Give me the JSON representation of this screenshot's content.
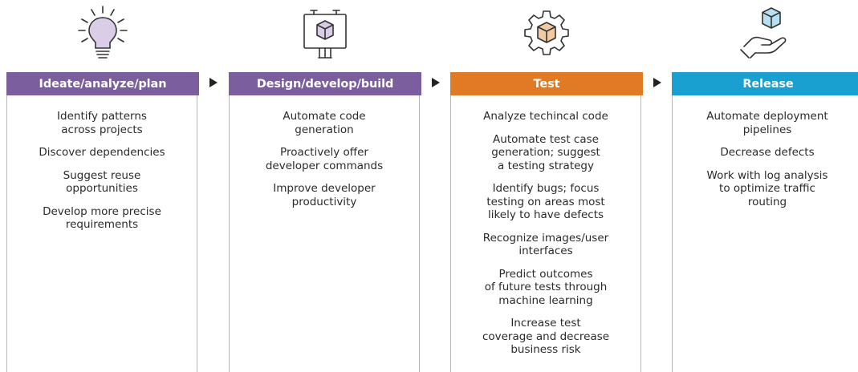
{
  "stages": [
    {
      "icon": "lightbulb-icon",
      "title": "Ideate/analyze/plan",
      "color": "#7b5e9e",
      "items": [
        "Identify patterns\nacross projects",
        "Discover dependencies",
        "Suggest reuse\nopportunities",
        "Develop more precise\nrequirements"
      ]
    },
    {
      "icon": "whiteboard-cube-icon",
      "title": "Design/develop/build",
      "color": "#7b5e9e",
      "items": [
        "Automate code\ngeneration",
        "Proactively offer\ndeveloper commands",
        "Improve developer\nproductivity"
      ]
    },
    {
      "icon": "gear-cube-icon",
      "title": "Test",
      "color": "#e07a24",
      "items": [
        "Analyze techincal code",
        "Automate test case\ngeneration; suggest\na testing strategy",
        "Identify bugs; focus\ntesting on areas most\nlikely to have defects",
        "Recognize images/user\ninterfaces",
        "Predict outcomes\nof future tests through\nmachine learning",
        "Increase test\ncoverage and decrease\nbusiness risk"
      ]
    },
    {
      "icon": "hand-cube-icon",
      "title": "Release",
      "color": "#1a9fd1",
      "items": [
        "Automate deployment\npipelines",
        "Decrease defects",
        "Work with log analysis\nto optimize traffic\nrouting"
      ]
    }
  ]
}
